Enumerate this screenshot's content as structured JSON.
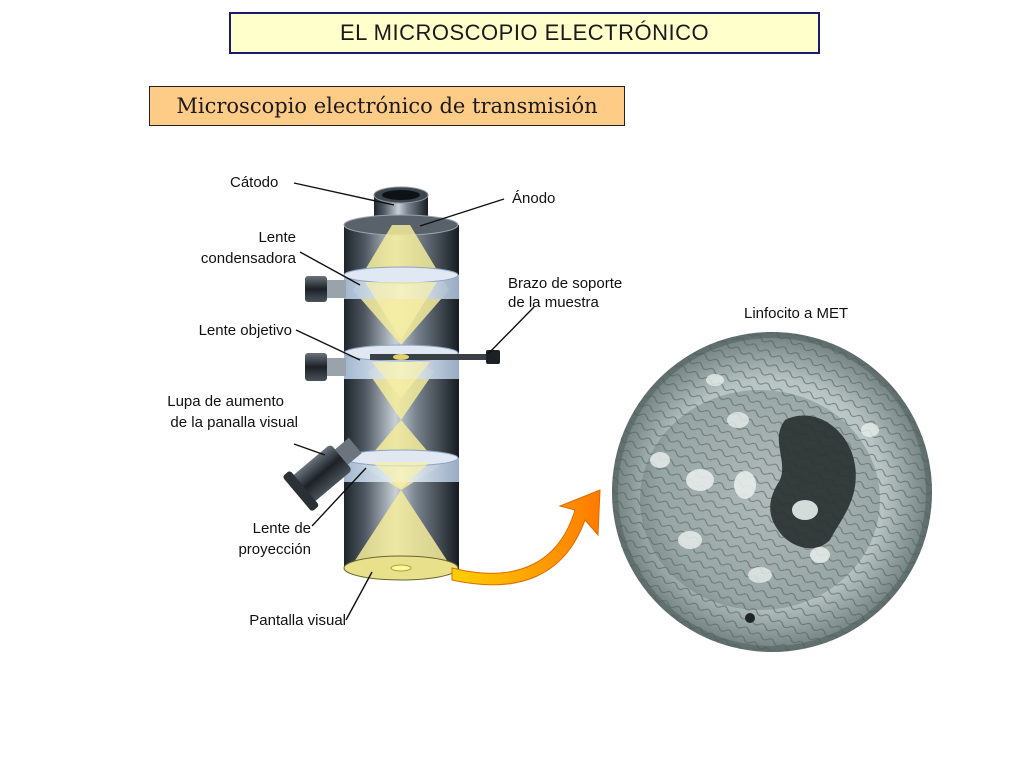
{
  "title": "EL MICROSCOPIO ELECTRÓNICO",
  "subtitle": "Microscopio electrónico de transmisión",
  "labels": {
    "catodo": "Cátodo",
    "anodo": "Ánodo",
    "lente_condensadora_1": "Lente",
    "lente_condensadora_2": "condensadora",
    "brazo_1": "Brazo de soporte",
    "brazo_2": "de la muestra",
    "lente_objetivo": "Lente objetivo",
    "lupa_1": "Lupa de aumento",
    "lupa_2": "de la panalla visual",
    "proyeccion_1": "Lente de",
    "proyeccion_2": "proyección",
    "pantalla": "Pantalla visual",
    "linfocito": "Linfocito a MET"
  },
  "colors": {
    "title_bg": "#ffffcc",
    "subtitle_bg": "#ffcc88",
    "beam": "#f3ec9a",
    "arrow_start": "#ffd000",
    "arrow_end": "#ff7a00"
  }
}
